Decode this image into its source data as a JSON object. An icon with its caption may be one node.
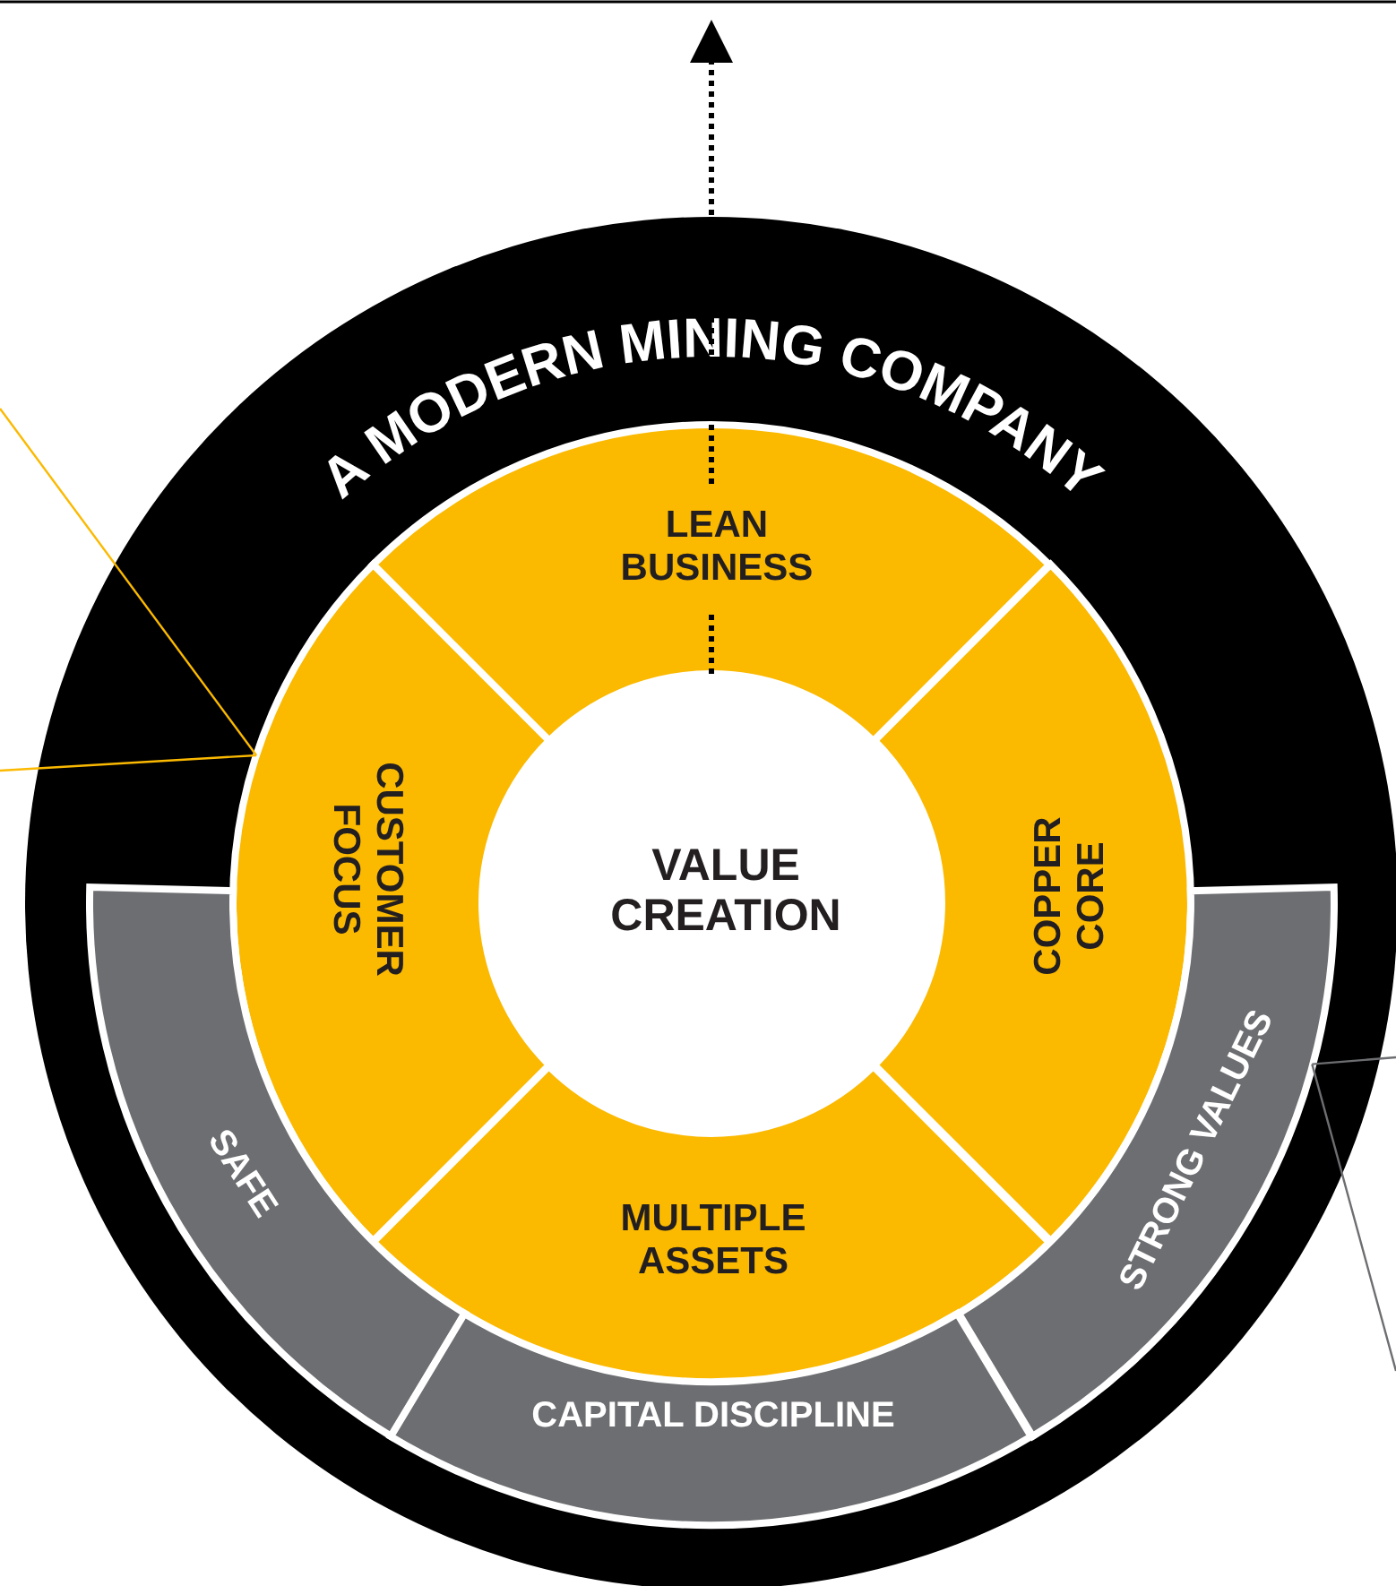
{
  "diagram": {
    "nodes": [
      {
        "text": [
          "A MODERN MINING COMPANY"
        ]
      },
      {
        "text": [
          "LEAN BUSINESS"
        ],
        "in": 0
      },
      {
        "text": [
          "CUSTOMER FOCUS"
        ],
        "in": 0
      },
      {
        "text": [
          "VALUE CREATION"
        ],
        "in": 0
      },
      {
        "text": [
          "COPPER CORE"
        ],
        "in": 0
      },
      {
        "text": [
          "MULTIPLE ASSETS"
        ],
        "in": 0
      },
      {
        "text": [
          "SAFE"
        ],
        "in": 0
      },
      {
        "text": [
          "STRONG VALUES"
        ],
        "in": 0
      },
      {
        "text": [
          "CAPITAL DISCIPLINE"
        ],
        "in": 0
      }
    ],
    "edges": [
      {
        "from": 3,
        "to": null,
        "arrow": "to",
        "style": "dashed",
        "color": "#000000"
      },
      {
        "from": null,
        "to": 2,
        "arrow": "none",
        "color": "#fbb900"
      },
      {
        "from": null,
        "to": 2,
        "arrow": "none",
        "color": "#fbb900"
      },
      {
        "from": null,
        "to": 7,
        "arrow": "none",
        "color": "#6d6e71"
      },
      {
        "from": null,
        "to": 7,
        "arrow": "none",
        "color": "#6d6e71"
      }
    ]
  }
}
